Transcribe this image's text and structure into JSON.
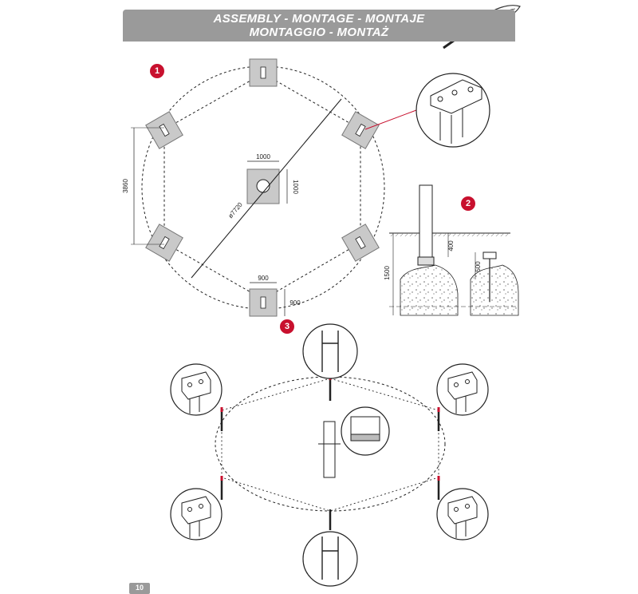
{
  "header": {
    "title_line1": "ASSEMBLY - MONTAGE - MONTAJE",
    "title_line2": "MONTAGGIO - MONTAŻ",
    "left_icon": "wrench-icon",
    "right_icon": "screwdriver-icon"
  },
  "steps": {
    "step1": "1",
    "step2": "2",
    "step3": "3"
  },
  "dimensions": {
    "center_width": "1000",
    "center_height": "1000",
    "diameter": "ø7720",
    "span": "3860",
    "pad_width": "900",
    "pad_height": "900",
    "depth_total": "1500",
    "depth_400": "400",
    "depth_500": "500"
  },
  "page_number": "10",
  "colors": {
    "accent": "#c8102e",
    "banner": "#9a9a9a",
    "pad": "#c9c9c9",
    "line": "#222222"
  }
}
